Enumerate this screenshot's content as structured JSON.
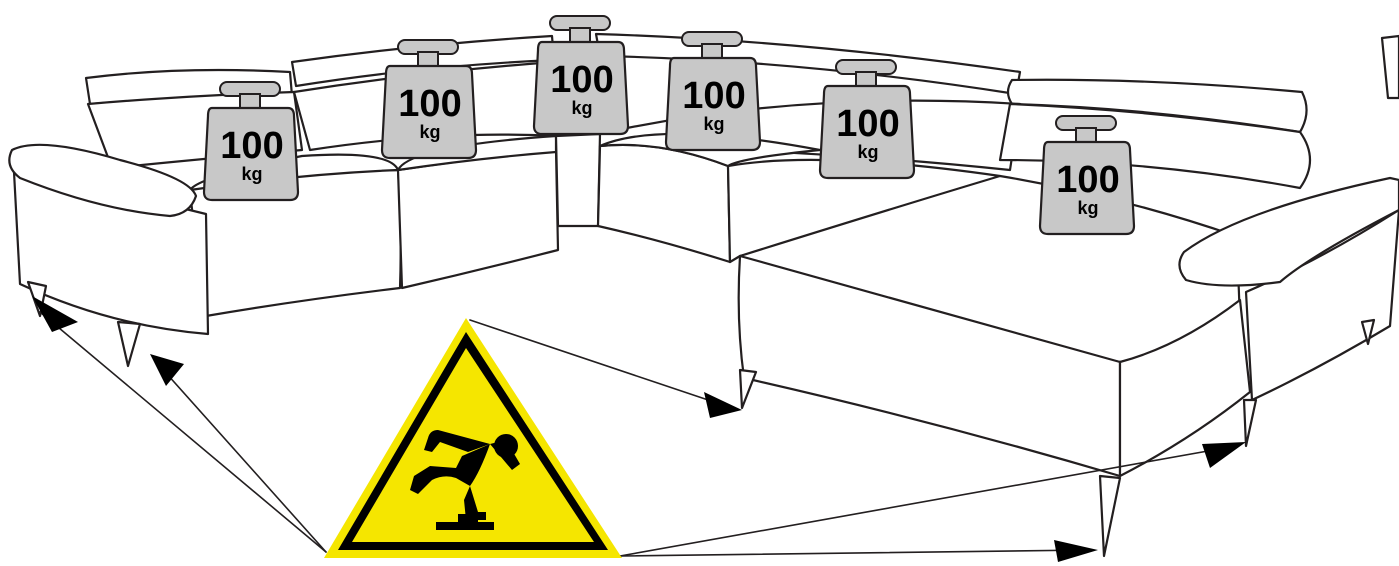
{
  "weights": [
    {
      "value": "100",
      "unit": "kg"
    },
    {
      "value": "100",
      "unit": "kg"
    },
    {
      "value": "100",
      "unit": "kg"
    },
    {
      "value": "100",
      "unit": "kg"
    },
    {
      "value": "100",
      "unit": "kg"
    },
    {
      "value": "100",
      "unit": "kg"
    }
  ],
  "colors": {
    "warning_yellow": "#f5e600",
    "weight_gray": "#c8c8c8",
    "outline": "#231f20"
  },
  "icons": [
    "trip-hazard-warning-icon",
    "arrow-icon",
    "weight-icon"
  ]
}
